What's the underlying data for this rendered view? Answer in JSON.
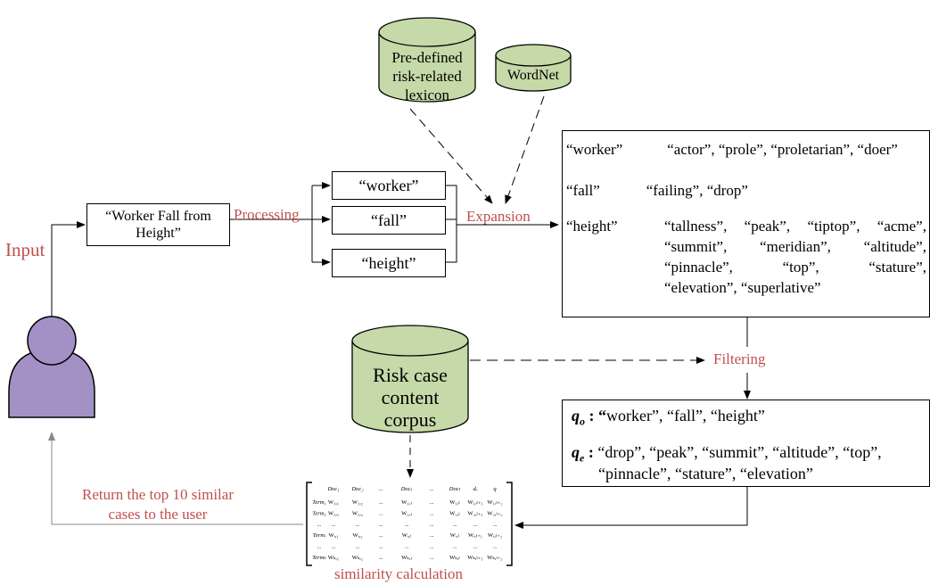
{
  "input_label": "Input",
  "query_box": "“Worker Fall from Height”",
  "processing_label": "Processing",
  "terms": [
    "“worker”",
    "“fall”",
    "“height”"
  ],
  "expansion_label": "Expansion",
  "lexicon_db": "Pre-defined risk-related lexicon",
  "wordnet_db": "WordNet",
  "expansions": {
    "worker": {
      "term": "“worker”",
      "synonyms": "“actor”, “prole”, “proletarian”, “doer”"
    },
    "fall": {
      "term": "“fall”",
      "synonyms": "“failing”, “drop”"
    },
    "height": {
      "term": "“height”",
      "lines": [
        [
          "“tallness”,",
          "“peak”,",
          "“tiptop”,",
          "“acme”,"
        ],
        [
          "“summit”,",
          "“meridian”,",
          "“altitude”,"
        ],
        [
          "“pinnacle”,",
          "“top”,",
          "“stature”,"
        ],
        [
          "“elevation”, “superlative”"
        ]
      ]
    }
  },
  "corpus_db": "Risk case content corpus",
  "filtering_label": "Filtering",
  "qo": {
    "label_main": "q",
    "label_sub": "o",
    "sep": " : ",
    "quote_open": "“",
    "text": "worker”, “fall”, “height”"
  },
  "qe": {
    "label_main": "q",
    "label_sub": "e",
    "sep": " : ",
    "line1": "“drop”, “peak”, “summit”, “altitude”, “top”,",
    "line2": "“pinnacle”, “stature”, “elevation”"
  },
  "return_label_1": "Return the top 10 similar",
  "return_label_2": "cases to the user",
  "similarity_label": "similarity calculation",
  "matrix": {
    "header": [
      "Doc₁",
      "Doc₂",
      "...",
      "Docⱼ",
      "...",
      "Docₗ",
      "dₒ",
      "q"
    ],
    "rows": [
      {
        "term": "Term₁",
        "cells": [
          "W₁,₁",
          "W₁,₂",
          "...",
          "W₁,ⱼ",
          "...",
          "W₁,ₗ",
          "W₁,ₗ₊₁",
          "W₁,ₗ₊₂"
        ]
      },
      {
        "term": "Term₂",
        "cells": [
          "W₂,₁",
          "W₂,₂",
          "...",
          "W₂,ⱼ",
          "...",
          "W₂,ₗ",
          "W₂,ₗ₊₁",
          "W₂,ₗ₊₂"
        ]
      },
      {
        "term": "...",
        "cells": [
          "...",
          "...",
          "...",
          "...",
          "...",
          "...",
          "...",
          "..."
        ]
      },
      {
        "term": "Termᵢ",
        "cells": [
          "Wᵢ,₁",
          "Wᵢ,₂",
          "...",
          "Wᵢ,ⱼ",
          "...",
          "Wᵢ,ₗ",
          "Wᵢ,ₗ₊₁",
          "Wᵢ,ₗ₊₂"
        ]
      },
      {
        "term": "...",
        "cells": [
          "...",
          "...",
          "...",
          "...",
          "...",
          "...",
          "...",
          "..."
        ]
      },
      {
        "term": "Termₖ",
        "cells": [
          "Wₖ,₁",
          "Wₖ,₂",
          "...",
          "Wₖ,ⱼ",
          "...",
          "Wₖ,ₗ",
          "Wₖ,ₗ₊₁",
          "Wₖ,ₗ₊₂"
        ]
      }
    ]
  },
  "colors": {
    "accent_text": "#c0504d",
    "db_fill": "#c6d9a8",
    "user_fill": "#a391c5",
    "arrow_red": "#c00000",
    "feedback_line": "#9a9a9a"
  }
}
